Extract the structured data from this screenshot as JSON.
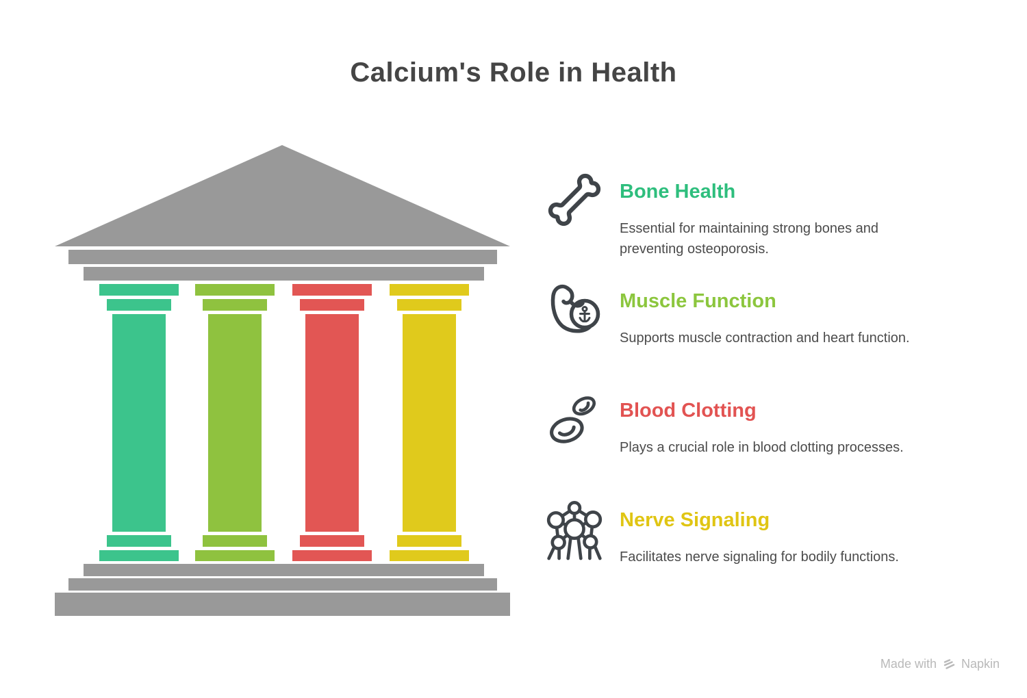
{
  "title": "Calcium's Role in Health",
  "illustration": {
    "name": "temple-four-pillars",
    "roof_color": "#999999",
    "base_color": "#999999",
    "pillar_colors": [
      "#3cc48c",
      "#8fc23f",
      "#e25654",
      "#e0ca1c"
    ]
  },
  "items": [
    {
      "icon": "bone-icon",
      "title": "Bone Health",
      "color": "#2ebe7d",
      "description": "Essential for maintaining strong bones and preventing osteoporosis."
    },
    {
      "icon": "muscle-icon",
      "title": "Muscle Function",
      "color": "#8cc63e",
      "description": "Supports muscle contraction and heart function."
    },
    {
      "icon": "blood-cells-icon",
      "title": "Blood Clotting",
      "color": "#e25352",
      "description": "Plays a crucial role in blood clotting processes."
    },
    {
      "icon": "nerve-network-icon",
      "title": "Nerve Signaling",
      "color": "#e0c513",
      "description": "Facilitates nerve signaling for bodily functions."
    }
  ],
  "footer": {
    "made_with": "Made with",
    "brand": "Napkin"
  }
}
